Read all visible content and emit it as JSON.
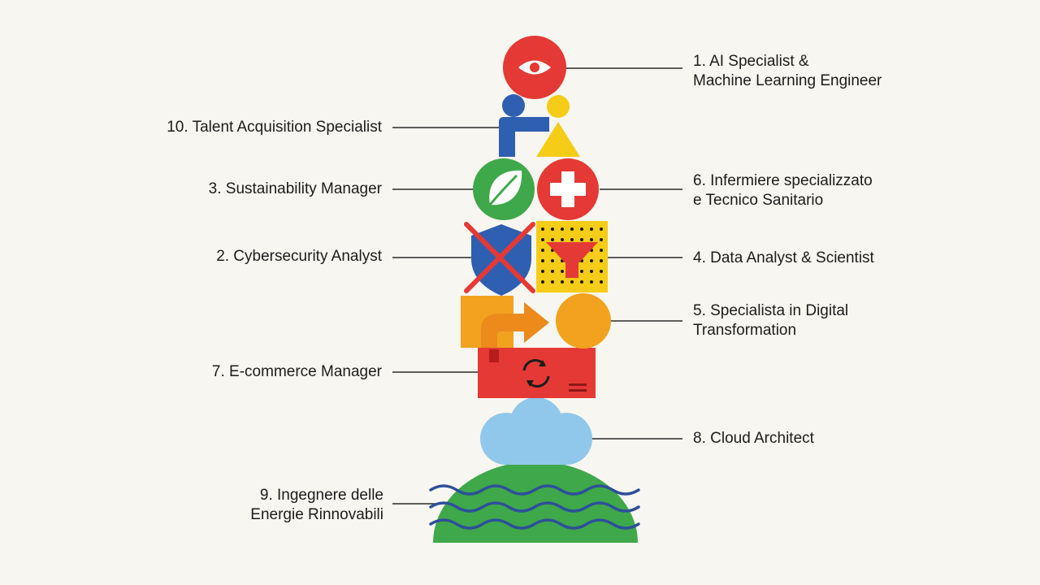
{
  "colors": {
    "background": "#f8f6f0",
    "red": "#e53935",
    "blue": "#2f5fb0",
    "yellow": "#f5cc17",
    "green": "#3fa84a",
    "orange": "#f2a21f",
    "sky": "#8fc8ea",
    "navy": "#2d4f9a"
  },
  "labels": {
    "ai_specialist": "1. AI Specialist &\nMachine Learning Engineer",
    "talent_acquisition": "10. Talent Acquisition Specialist",
    "sustainability": "3. Sustainability Manager",
    "nurse": "6. Infermiere specializzato\ne Tecnico Sanitario",
    "cybersecurity": "2. Cybersecurity Analyst",
    "data_analyst": "4. Data Analyst & Scientist",
    "digital_transformation": "5. Specialista in Digital\nTransformation",
    "ecommerce": "7. E-commerce Manager",
    "cloud_architect": "8. Cloud Architect",
    "renewable_energy": "9. Ingegnere delle\nEnergie Rinnovabili"
  },
  "icons": {
    "ai_specialist": "eye-icon",
    "talent_acquisition": "people-icon",
    "sustainability": "leaf-icon",
    "nurse": "medical-cross-icon",
    "cybersecurity": "shield-icon",
    "data_analyst": "funnel-icon",
    "digital_transformation": "arrow-icon",
    "ecommerce": "refresh-icon",
    "cloud_architect": "cloud-icon",
    "renewable_energy": "waves-icon"
  }
}
